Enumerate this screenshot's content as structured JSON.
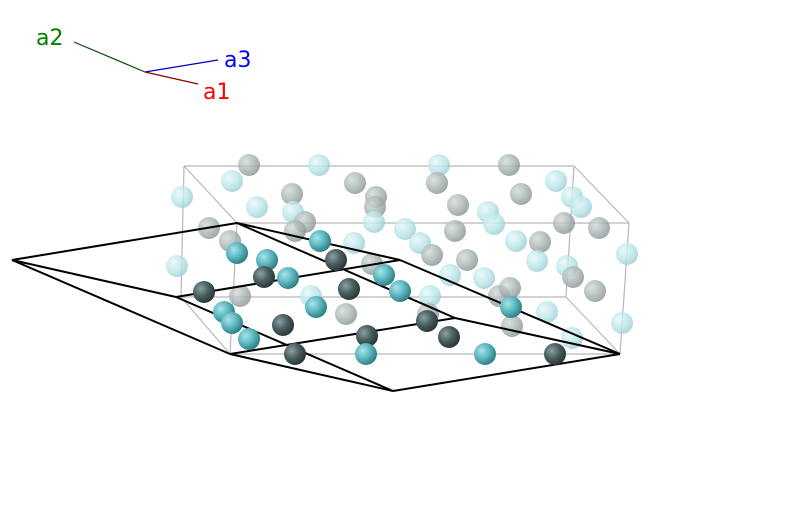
{
  "axes": {
    "a1": {
      "label": "a1",
      "color": "#ff0000"
    },
    "a2": {
      "label": "a2",
      "color": "#008000"
    },
    "a3": {
      "label": "a3",
      "color": "#0000ff"
    }
  },
  "colors": {
    "cell_box": "#b0b0b0",
    "polyhedron": "#000000",
    "atom_cyan": "#5fb8c0",
    "atom_dark": "#4a5f60",
    "atom_light": "#b8e4e8",
    "atom_gray": "#a0acac"
  }
}
